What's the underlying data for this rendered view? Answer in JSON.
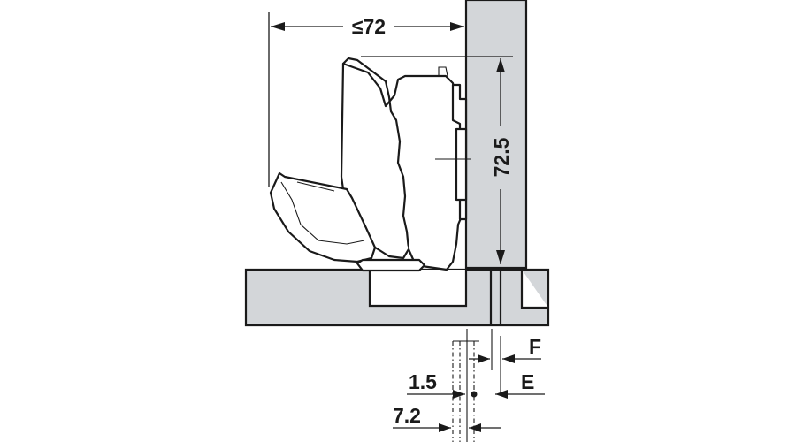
{
  "drawing": {
    "top_width": "≤72",
    "side_height": "72.5",
    "offset_a": "1.5",
    "offset_b": "7.2",
    "letter_f": "F",
    "letter_e": "E"
  }
}
